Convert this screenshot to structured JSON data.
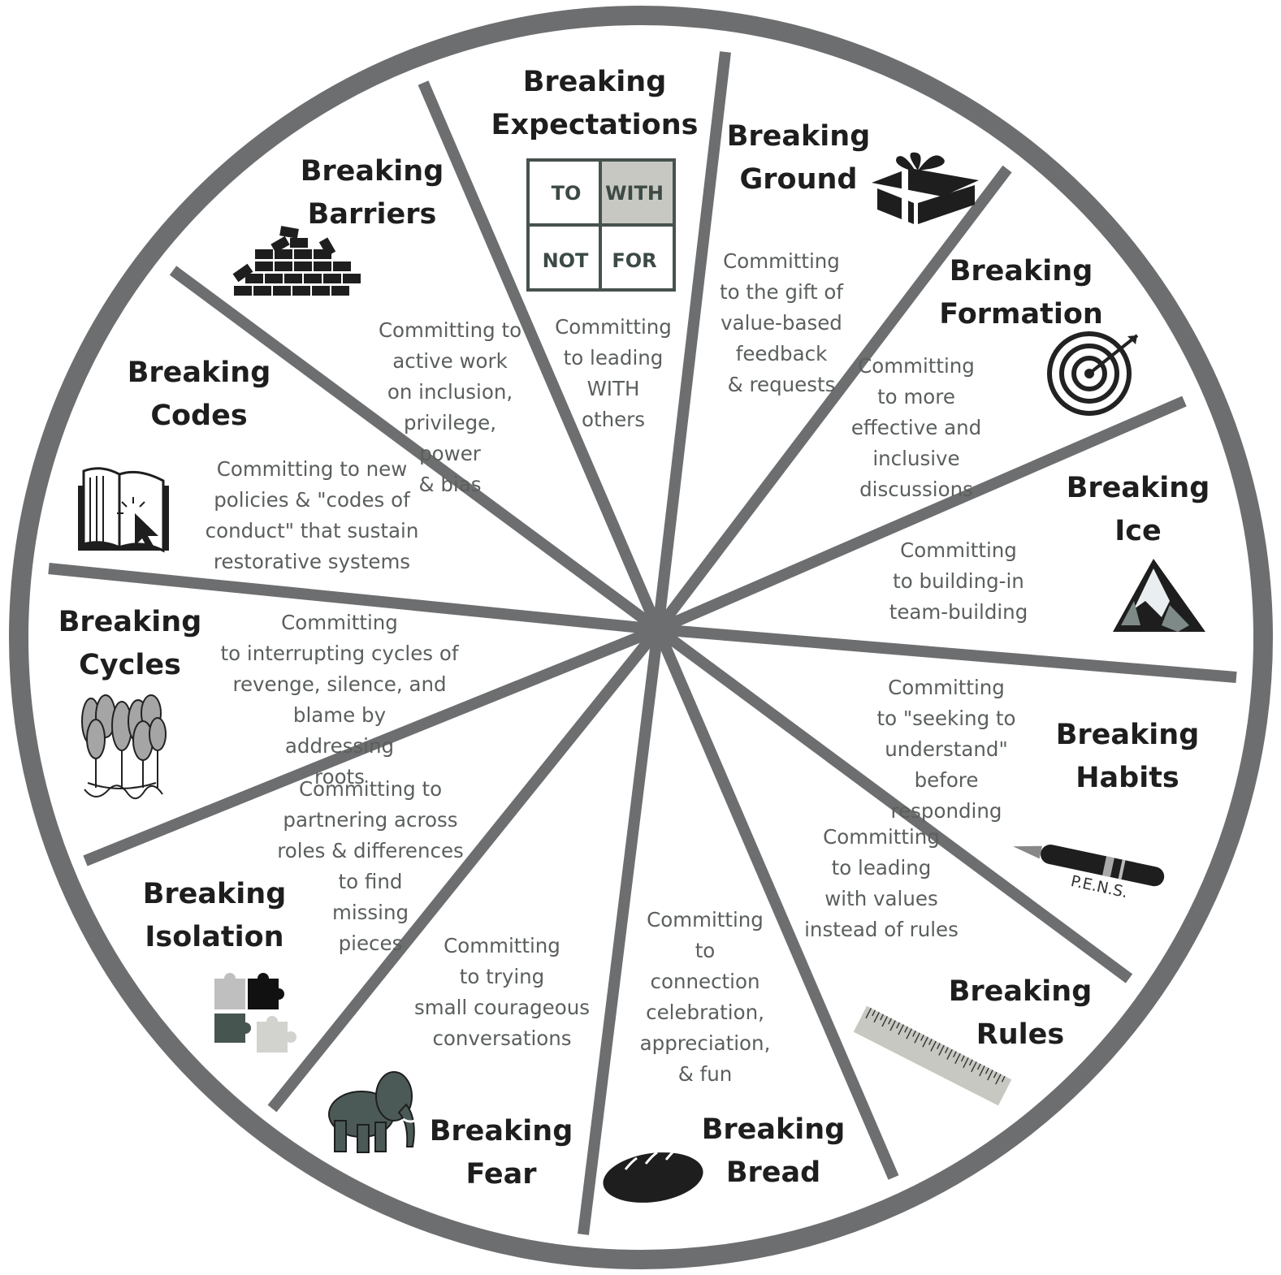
{
  "wheel": {
    "colors": {
      "rim": "#6d6e70",
      "spoke": "#6d6e70",
      "text_title": "#1e1e1e",
      "text_desc": "#5a5f5c",
      "matrix_border": "#46524e",
      "matrix_highlight": "#c8c8c2"
    },
    "segments": [
      {
        "id": "expectations",
        "title": [
          "Breaking",
          "Expectations"
        ],
        "description": [
          "Committing",
          "to leading",
          "WITH",
          "others"
        ],
        "icon": "social-discipline-window-icon"
      },
      {
        "id": "ground",
        "title": [
          "Breaking",
          "Ground"
        ],
        "description": [
          "Committing",
          "to the gift of",
          "value-based",
          "feedback",
          "& requests"
        ],
        "icon": "gift-box-icon"
      },
      {
        "id": "formation",
        "title": [
          "Breaking",
          "Formation"
        ],
        "description": [
          "Committing",
          "to more",
          "effective and",
          "inclusive",
          "discussions"
        ],
        "icon": "target-icon"
      },
      {
        "id": "ice",
        "title": [
          "Breaking",
          "Ice"
        ],
        "description": [
          "Committing",
          "to building-in",
          "team-building"
        ],
        "icon": "mountain-icon"
      },
      {
        "id": "habits",
        "title": [
          "Breaking",
          "Habits"
        ],
        "description": [
          "Committing",
          "to \"seeking to",
          "understand\"",
          "before",
          "responding"
        ],
        "icon": "fountain-pen-icon",
        "icon_caption": "P.E.N.S."
      },
      {
        "id": "rules",
        "title": [
          "Breaking",
          "Rules"
        ],
        "description": [
          "Committing",
          "to leading",
          "with values",
          "instead of rules"
        ],
        "icon": "ruler-icon"
      },
      {
        "id": "bread",
        "title": [
          "Breaking",
          "Bread"
        ],
        "description": [
          "Committing",
          "to",
          "connection",
          "celebration,",
          "appreciation,",
          "& fun"
        ],
        "icon": "bread-loaf-icon"
      },
      {
        "id": "fear",
        "title": [
          "Breaking",
          "Fear"
        ],
        "description": [
          "Committing",
          "to trying",
          "small courageous",
          "conversations"
        ],
        "icon": "elephant-icon"
      },
      {
        "id": "isolation",
        "title": [
          "Breaking",
          "Isolation"
        ],
        "description": [
          "Committing to",
          "partnering across",
          "roles & differences",
          "to find",
          "missing",
          "pieces"
        ],
        "icon": "puzzle-pieces-icon"
      },
      {
        "id": "cycles",
        "title": [
          "Breaking",
          "Cycles"
        ],
        "description": [
          "Committing",
          "to interrupting cycles of",
          "revenge, silence, and",
          "blame by",
          "addressing",
          "roots"
        ],
        "icon": "trees-roots-icon"
      },
      {
        "id": "codes",
        "title": [
          "Breaking",
          "Codes"
        ],
        "description": [
          "Committing to new",
          "policies & \"codes of",
          "conduct\" that sustain",
          "restorative systems"
        ],
        "icon": "book-cursor-icon"
      },
      {
        "id": "barriers",
        "title": [
          "Breaking",
          "Barriers"
        ],
        "description": [
          "Committing to",
          "active work",
          "on inclusion,",
          "privilege,",
          "power",
          "& bias"
        ],
        "icon": "brick-wall-icon"
      }
    ],
    "matrix": {
      "cells": [
        "TO",
        "WITH",
        "NOT",
        "FOR"
      ],
      "highlighted": "WITH"
    }
  }
}
